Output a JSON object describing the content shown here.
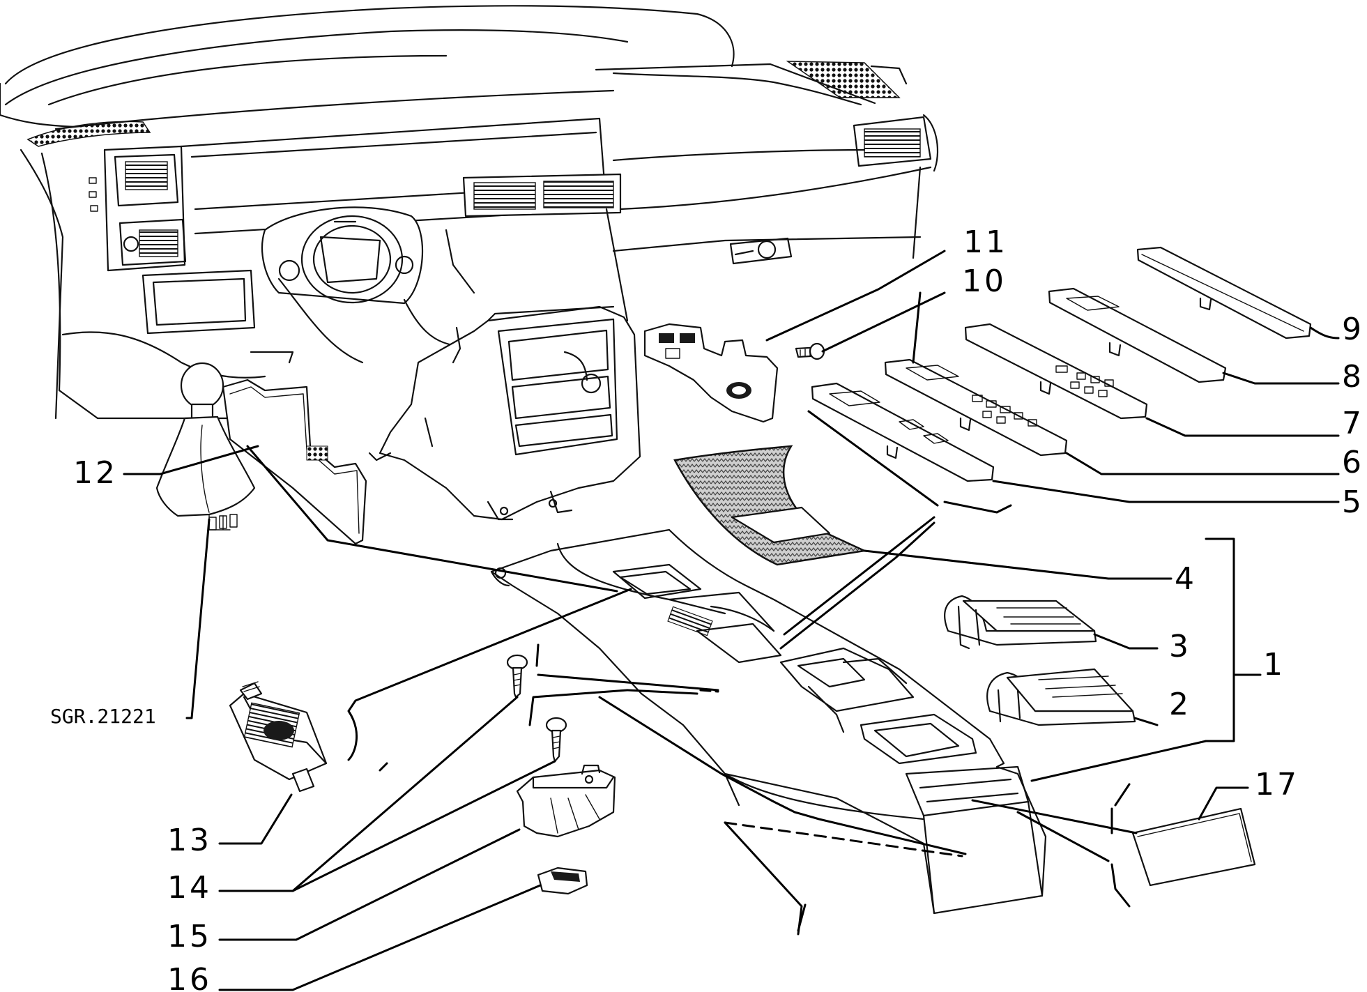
{
  "callouts": {
    "c1": "1",
    "c2": "2",
    "c3": "3",
    "c4": "4",
    "c5": "5",
    "c6": "6",
    "c7": "7",
    "c8": "8",
    "c9": "9",
    "c10": "10",
    "c11": "11",
    "c12": "12",
    "c13": "13",
    "c14": "14",
    "c15": "15",
    "c16": "16",
    "c17": "17"
  },
  "reference": "SGR.21221",
  "colors": {
    "line": "#111111",
    "background": "#ffffff"
  }
}
